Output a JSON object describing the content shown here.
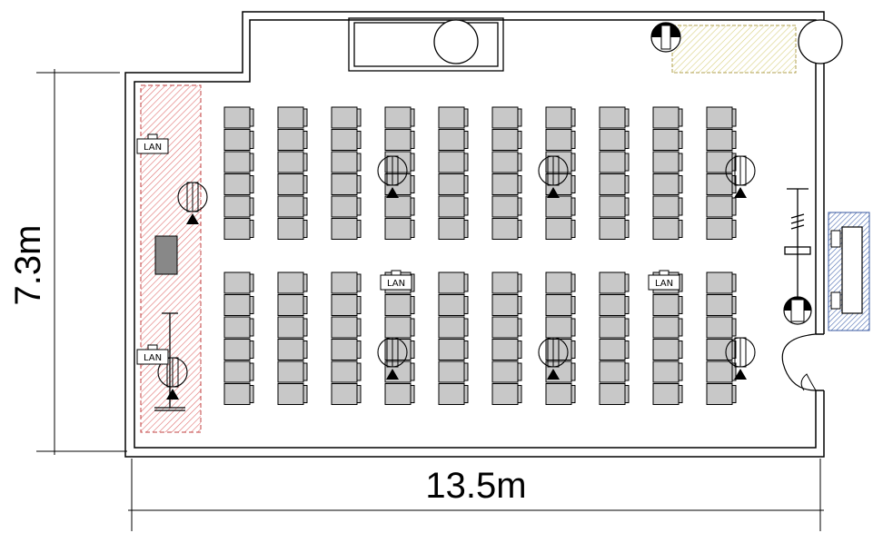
{
  "dimensions": {
    "width_label": "13.5m",
    "height_label": "7.3m"
  },
  "lan_label": "LAN",
  "seating": {
    "columns": 10,
    "rows_per_block": 6,
    "blocks": 2
  },
  "colors": {
    "wall": "#000000",
    "chair_fill": "#c8c8c8",
    "stage_hatch": "#d9534f",
    "counter_hatch": "#c8c060",
    "cabinet_hatch": "#3a5aa0"
  }
}
